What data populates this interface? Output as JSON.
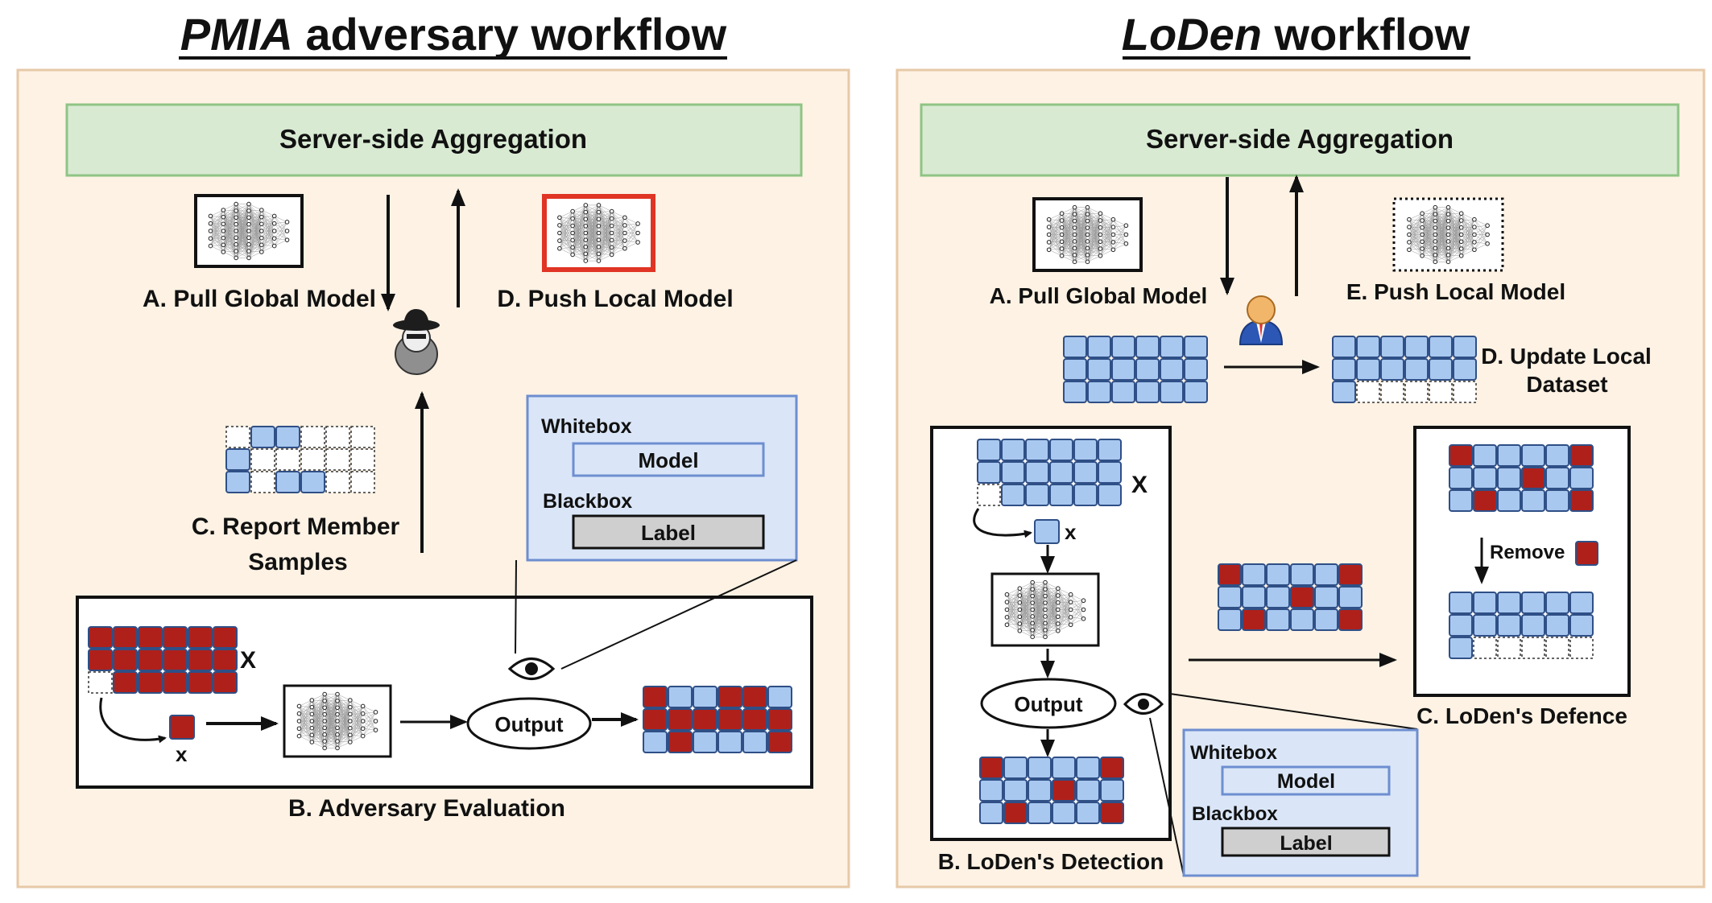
{
  "left_panel": {
    "title_italic": "PMIA",
    "title_rest": " adversary workflow",
    "server_label": "Server-side Aggregation",
    "pull_label": "A. Pull Global Model",
    "push_label": "D. Push Local Model",
    "report_label_line1": "C. Report Member",
    "report_label_line2": "Samples",
    "evaluation_label": "B. Adversary Evaluation",
    "output_label": "Output",
    "big_x": "X",
    "small_x": "x",
    "whitebox_label": "Whitebox",
    "model_label": "Model",
    "blackbox_label": "Blackbox",
    "label_label": "Label"
  },
  "right_panel": {
    "title_italic": "LoDen",
    "title_rest": " workflow",
    "server_label": "Server-side Aggregation",
    "pull_label": "A. Pull Global Model",
    "push_label": "E. Push Local Model",
    "update_line1": "D. Update Local",
    "update_line2": "Dataset",
    "detection_label": "B. LoDen's Detection",
    "defence_label": "C. LoDen's Defence",
    "remove_label": "Remove",
    "output_label": "Output",
    "big_x": "X",
    "small_x": "x",
    "whitebox_label": "Whitebox",
    "model_label": "Model",
    "blackbox_label": "Blackbox",
    "label_label": "Label"
  },
  "colors": {
    "panel_bg": "#fdf2e4",
    "panel_border": "#e7c9a8",
    "server_bg": "#d9ead3",
    "server_border": "#8fc485",
    "cell_blue": "#a9c8f0",
    "cell_red": "#b0201a",
    "cell_border": "#2f4f86",
    "infobox_bg": "#dae6f8",
    "infobox_border": "#6d8ed0",
    "highlight_red": "#e03424"
  }
}
